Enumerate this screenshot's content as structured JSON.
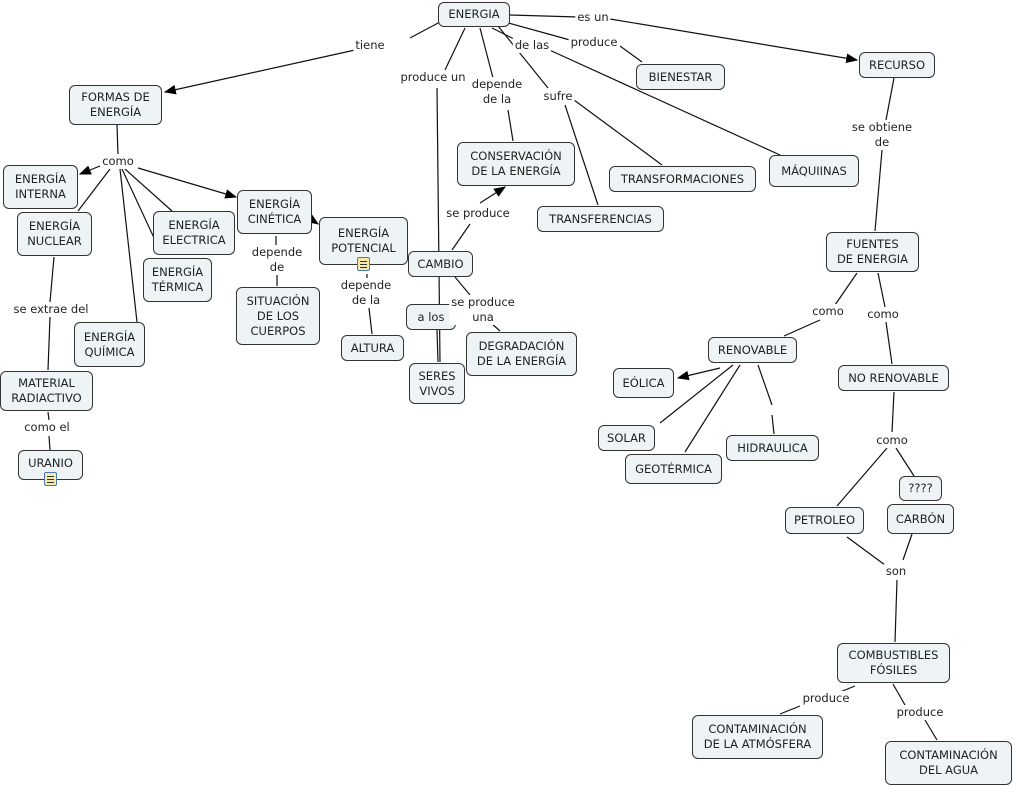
{
  "nodes": {
    "energia": "ENERGIA",
    "recurso": "RECURSO",
    "bienestar": "BIENESTAR",
    "formas": "FORMAS DE\nENERGÍA",
    "conservacion": "CONSERVACIÓN\nDE LA ENERGÍA",
    "transformaciones": "TRANSFORMACIONES",
    "maquinas": "MÁQUIINAS",
    "transferencias": "TRANSFERENCIAS",
    "fuentes": "FUENTES\nDE ENERGIA",
    "interna": "ENERGÍA\nINTERNA",
    "nuclear": "ENERGÍA\nNUCLEAR",
    "electrica": "ENERGÍA\nELECTRICA",
    "cinetica": "ENERGÍA\nCINÉTICA",
    "termica": "ENERGÍA\nTÉRMICA",
    "potencial": "ENERGÍA\nPOTENCIAL",
    "cambio": "CAMBIO",
    "situacion": "SITUACIÓN\nDE LOS\nCUERPOS",
    "altura": "ALTURA",
    "alos": "a los",
    "degradacion": "DEGRADACIÓN\nDE LA ENERGÍA",
    "quimica": "ENERGÍA\nQUÍMICA",
    "seres": "SERES\nVIVOS",
    "material": "MATERIAL\nRADIACTIVO",
    "uranio": "URANIO",
    "renovable": "RENOVABLE",
    "norenovable": "NO RENOVABLE",
    "eolica": "EÓLICA",
    "solar": "SOLAR",
    "geotermica": "GEOTÉRMICA",
    "hidraulica": "HIDRAULICA",
    "petroleo": "PETROLEO",
    "carbon": "CARBÓN",
    "unknown": "????",
    "combustibles": "COMBUSTIBLES\nFÓSILES",
    "atmosfera": "CONTAMINACIÓN\nDE LA ATMÓSFERA",
    "agua": "CONTAMINACIÓN\nDEL AGUA"
  },
  "links": {
    "tiene": "tiene",
    "produce_un": "produce un",
    "depende_de_la": "depende\nde la",
    "de_las": "de las",
    "sufre": "sufre",
    "es_un": "es un",
    "produce": "produce",
    "se_obtiene": "se obtiene\nde",
    "como1": "como",
    "depende_de": "depende\nde",
    "se_produce": "se produce",
    "depende_de_la2": "depende\nde la",
    "se_produce_una": "se produce\nuna",
    "se_extrae": "se extrae del",
    "como_el": "como el",
    "como2": "como",
    "como3": "como",
    "como4": "como",
    "son": "son",
    "produce2": "produce",
    "produce3": "produce"
  }
}
